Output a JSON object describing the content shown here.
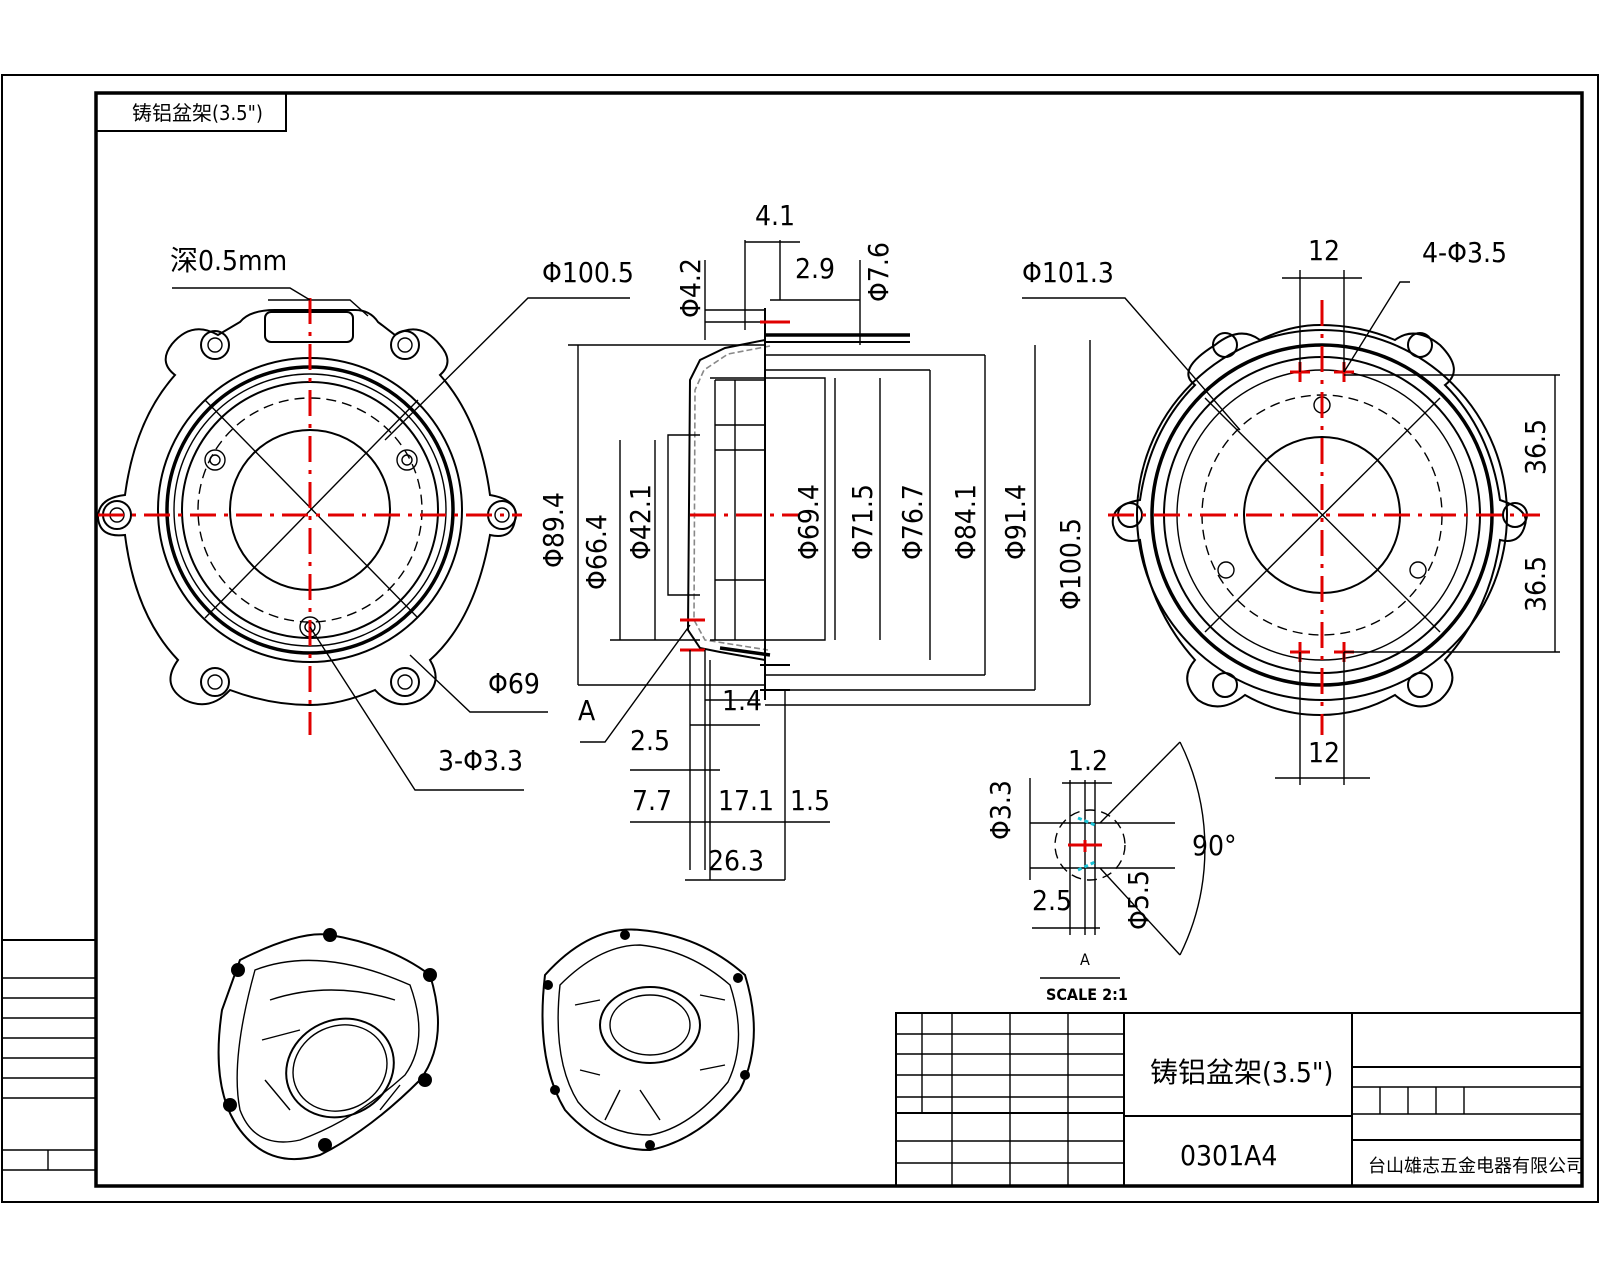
{
  "corner_title": "铸铝盆架(3.5\")",
  "drawing_title": "铸铝盆架(3.5\")",
  "drawing_number": "0301A4",
  "company": "台山雄志五金电器有限公司",
  "front_view": {
    "depth_note": "深0.5mm",
    "outer_dia": "Φ100.5",
    "inner_dia": "Φ69",
    "holes": "3-Φ3.3"
  },
  "section_view": {
    "top_dims": [
      "4.1",
      "2.9",
      "Φ4.2",
      "Φ7.6"
    ],
    "diameters": [
      "Φ89.4",
      "Φ66.4",
      "Φ42.1",
      "Φ69.4",
      "Φ71.5",
      "Φ76.7",
      "Φ84.1",
      "Φ91.4",
      "Φ100.5"
    ],
    "detail_marker": "A",
    "bottom_dims": [
      "1.4",
      "2.5",
      "7.7",
      "17.1",
      "1.5",
      "26.3"
    ]
  },
  "rear_view": {
    "outer_dia": "Φ101.3",
    "spacing_top": "12",
    "holes": "4-Φ3.5",
    "upper_offset": "36.5",
    "lower_offset": "36.5",
    "spacing_bottom": "12"
  },
  "detail_view": {
    "width": "1.2",
    "hole_dia": "Φ3.3",
    "angle": "90°",
    "depth": "2.5",
    "countersink_dia": "Φ5.5",
    "label": "A",
    "scale": "SCALE 2:1"
  }
}
